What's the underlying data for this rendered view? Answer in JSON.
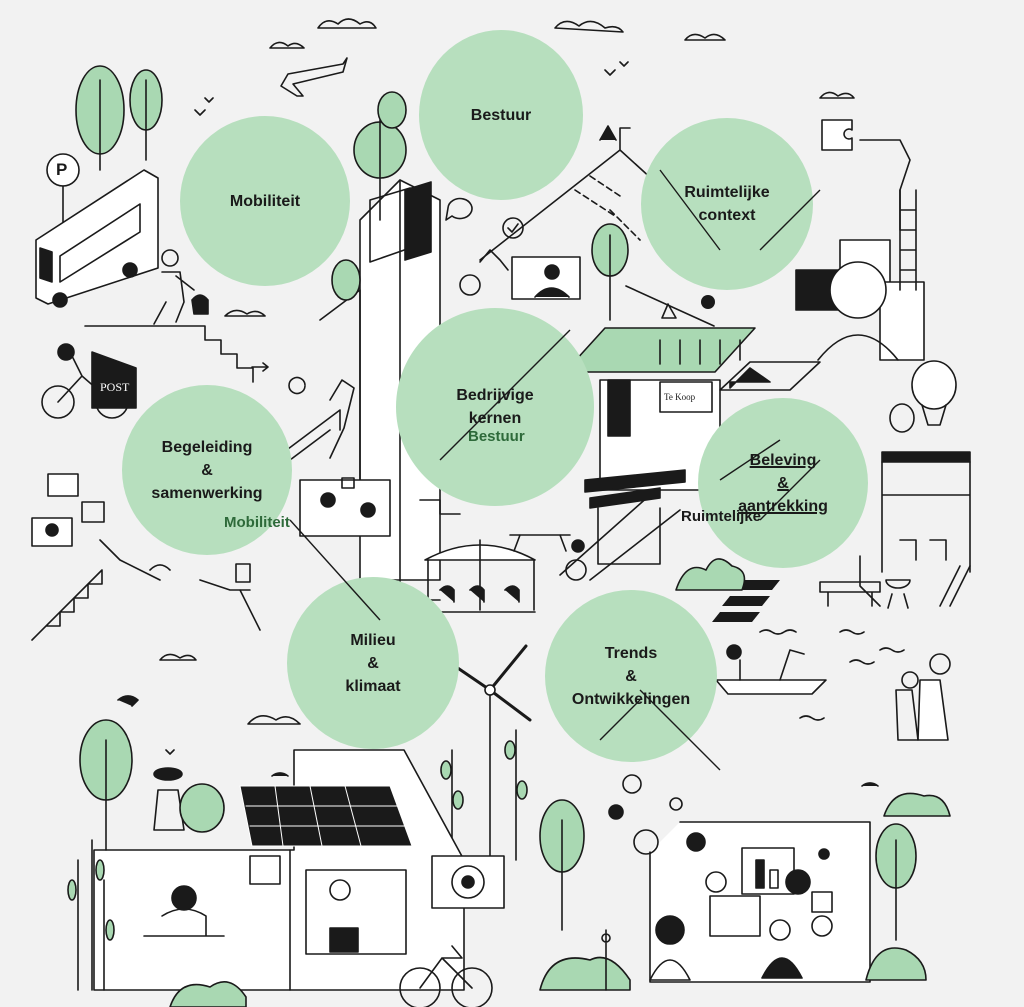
{
  "bubbles": [
    {
      "id": "bestuur",
      "label": "Bestuur"
    },
    {
      "id": "mobiliteit",
      "label": "Mobiliteit"
    },
    {
      "id": "ruimtelijke-context",
      "label": "Ruimtelijke\ncontext"
    },
    {
      "id": "bedrijvige-kernen",
      "label": "Bedrijvige\nkernen"
    },
    {
      "id": "begeleiding",
      "label": "Begeleiding\n&\nsamenwerking"
    },
    {
      "id": "beleving",
      "label": "Beleving\n&\naantrekking"
    },
    {
      "id": "milieu",
      "label": "Milieu\n&\nklimaat"
    },
    {
      "id": "trends",
      "label": "Trends\n&\nOntwikkelingen"
    }
  ],
  "overlaps": {
    "bestuur": "Bestuur",
    "mobiliteit": "Mobiliteit",
    "ruimtelijke": "Ruimtelijke"
  },
  "signs": {
    "parking": "P",
    "post": "POST",
    "te_koop": "Te Koop"
  },
  "colors": {
    "bubble_fill": "#b7dfbe",
    "background": "#f2f2f2",
    "ink": "#1a1a1a",
    "accent_green": "#a9d8b2"
  }
}
